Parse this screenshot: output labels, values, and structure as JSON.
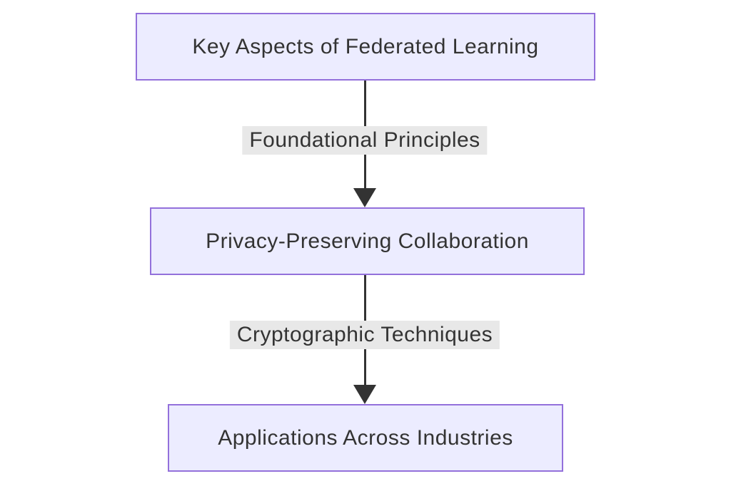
{
  "diagram": {
    "type": "flowchart",
    "direction": "top-down",
    "colors": {
      "background": "#ffffff",
      "node_fill": "#ECECFF",
      "node_border": "#9370DB",
      "node_text": "#333333",
      "edge_label_bg": "#e8e8e8",
      "edge_label_text": "#333333",
      "arrow": "#333333"
    },
    "nodes": [
      {
        "id": "A",
        "label": "Key Aspects of Federated Learning"
      },
      {
        "id": "B",
        "label": "Privacy-Preserving Collaboration"
      },
      {
        "id": "C",
        "label": "Applications Across Industries"
      }
    ],
    "edges": [
      {
        "from": "A",
        "to": "B",
        "label": "Foundational Principles"
      },
      {
        "from": "B",
        "to": "C",
        "label": "Cryptographic Techniques"
      }
    ]
  }
}
